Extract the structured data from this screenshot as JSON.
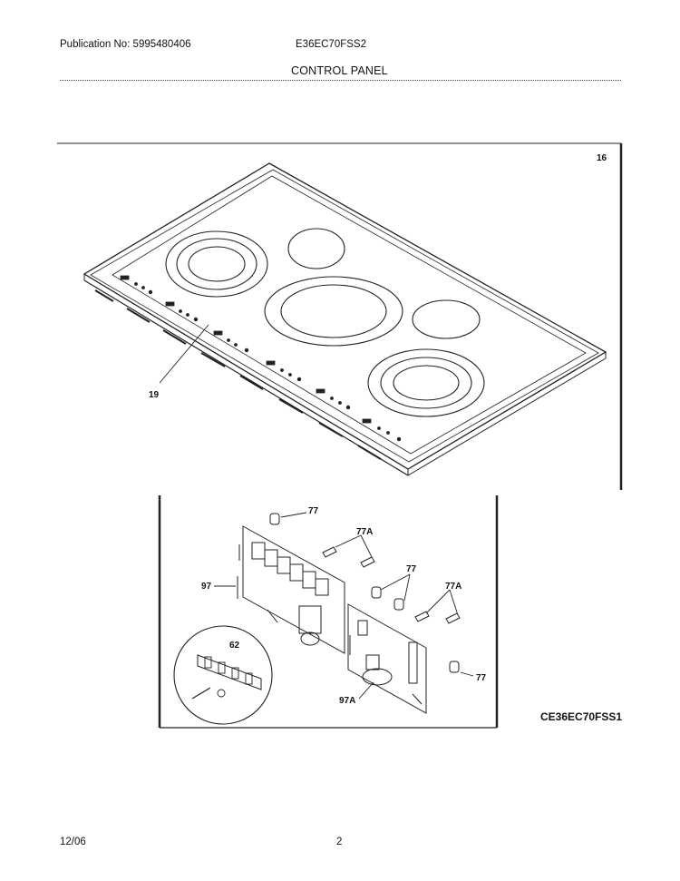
{
  "header": {
    "publication": "Publication No: 5995480406",
    "model": "E36EC70FSS2",
    "section_title": "CONTROL PANEL"
  },
  "callouts": {
    "c16": "16",
    "c19": "19",
    "c77_a": "77",
    "c77a_a": "77A",
    "c97": "97",
    "c77_b": "77",
    "c77a_b": "77A",
    "c62": "62",
    "c77_c": "77",
    "c97a": "97A"
  },
  "figure_id": "CE36EC70FSS1",
  "footer": {
    "date": "12/06",
    "page": "2"
  }
}
